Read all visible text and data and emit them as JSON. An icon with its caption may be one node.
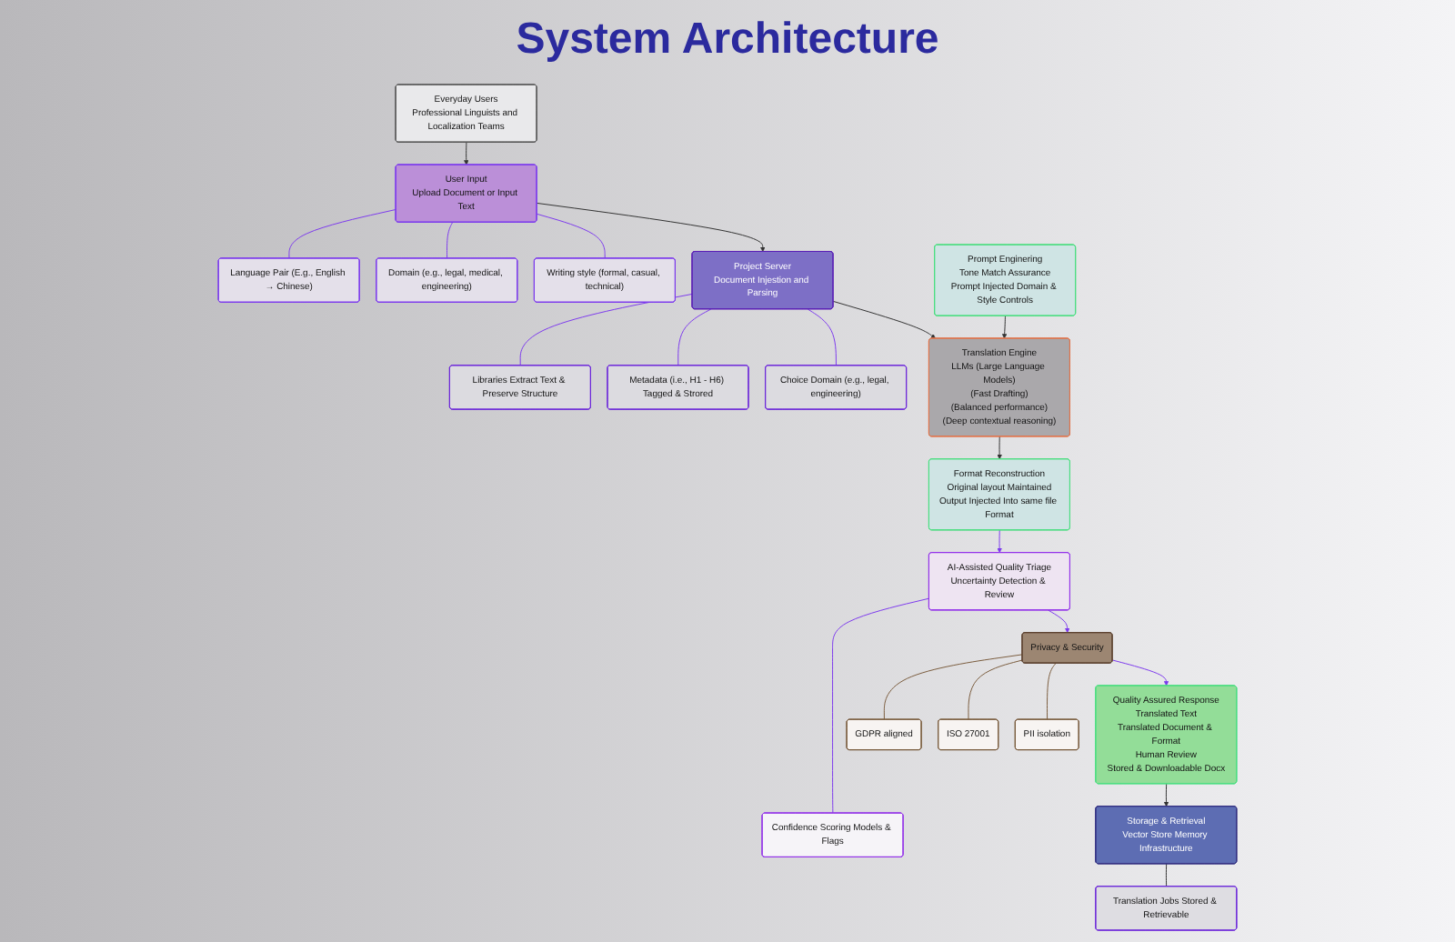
{
  "diagram": {
    "title": "System Architecture",
    "nodes": [
      {
        "text": [
          "Everyday Users",
          "Professional Linguists and Localization Teams"
        ]
      },
      {
        "text": [
          "User Input",
          "Upload Document or Input Text"
        ]
      },
      {
        "text": [
          "Language Pair (E.g., English → Chinese)"
        ]
      },
      {
        "text": [
          "Domain (e.g., legal, medical, engineering)"
        ]
      },
      {
        "text": [
          "Writing style (formal, casual, technical)"
        ]
      },
      {
        "text": [
          "Project Server",
          "Document Injestion and Parsing"
        ]
      },
      {
        "text": [
          "Libraries Extract Text & Preserve Structure"
        ]
      },
      {
        "text": [
          "Metadata (i.e., H1 - H6) Tagged & Strored"
        ]
      },
      {
        "text": [
          "Choice Domain (e.g., legal, engineering)"
        ]
      },
      {
        "text": [
          "Translation Engine",
          "LLMs (Large Language Models)",
          "(Fast Drafting)",
          "(Balanced performance)",
          "(Deep contextual reasoning)"
        ]
      },
      {
        "text": [
          "Prompt Enginering",
          "Tone Match Assurance",
          "Prompt Injected Domain & Style Controls"
        ]
      },
      {
        "text": [
          "Format Reconstruction",
          "Original layout Maintained",
          "Output Injected Into same file Format"
        ]
      },
      {
        "text": [
          "AI-Assisted Quality Triage",
          "Uncertainty Detection & Review"
        ]
      },
      {
        "text": [
          "Confidence Scoring Models & Flags"
        ]
      },
      {
        "text": [
          "Privacy & Security"
        ]
      },
      {
        "text": [
          "GDPR aligned"
        ]
      },
      {
        "text": [
          "ISO 27001"
        ]
      },
      {
        "text": [
          "PII isolation"
        ]
      },
      {
        "text": [
          "Quality Assured Response",
          "Translated Text",
          "Translated Document & Format",
          "Human Review",
          "Stored & Downloadable Docx"
        ]
      },
      {
        "text": [
          "Storage & Retrieval",
          "Vector Store Memory Infrastructure"
        ]
      },
      {
        "text": [
          "Translation Jobs Stored & Retrievable"
        ]
      }
    ],
    "edges": [
      {
        "from": 0,
        "to": 1,
        "arrow": "to",
        "color": "#333333"
      },
      {
        "from": 1,
        "to": 2,
        "arrow": "none"
      },
      {
        "from": 1,
        "to": 3,
        "arrow": "none"
      },
      {
        "from": 1,
        "to": 4,
        "arrow": "none"
      },
      {
        "from": 1,
        "to": 5,
        "arrow": "to",
        "color": "#333333"
      },
      {
        "from": 5,
        "to": 6,
        "arrow": "none"
      },
      {
        "from": 5,
        "to": 7,
        "arrow": "none"
      },
      {
        "from": 5,
        "to": 8,
        "arrow": "none"
      },
      {
        "from": 5,
        "to": 9,
        "arrow": "to",
        "color": "#333333"
      },
      {
        "from": 10,
        "to": 9,
        "arrow": "to",
        "color": "#333333"
      },
      {
        "from": 9,
        "to": 11,
        "arrow": "to",
        "color": "#333333"
      },
      {
        "from": 11,
        "to": 12,
        "arrow": "to"
      },
      {
        "from": 12,
        "to": 13,
        "arrow": "none"
      },
      {
        "from": 12,
        "to": 14,
        "arrow": "to"
      },
      {
        "from": 14,
        "to": 15,
        "arrow": "none",
        "color": "#7a5c3e"
      },
      {
        "from": 14,
        "to": 16,
        "arrow": "none",
        "color": "#7a5c3e"
      },
      {
        "from": 14,
        "to": 17,
        "arrow": "none",
        "color": "#7a5c3e"
      },
      {
        "from": 14,
        "to": 18,
        "arrow": "to"
      },
      {
        "from": 18,
        "to": 19,
        "arrow": "to",
        "color": "#333333"
      },
      {
        "from": 19,
        "to": 20,
        "arrow": "none",
        "color": "#333333"
      }
    ]
  }
}
